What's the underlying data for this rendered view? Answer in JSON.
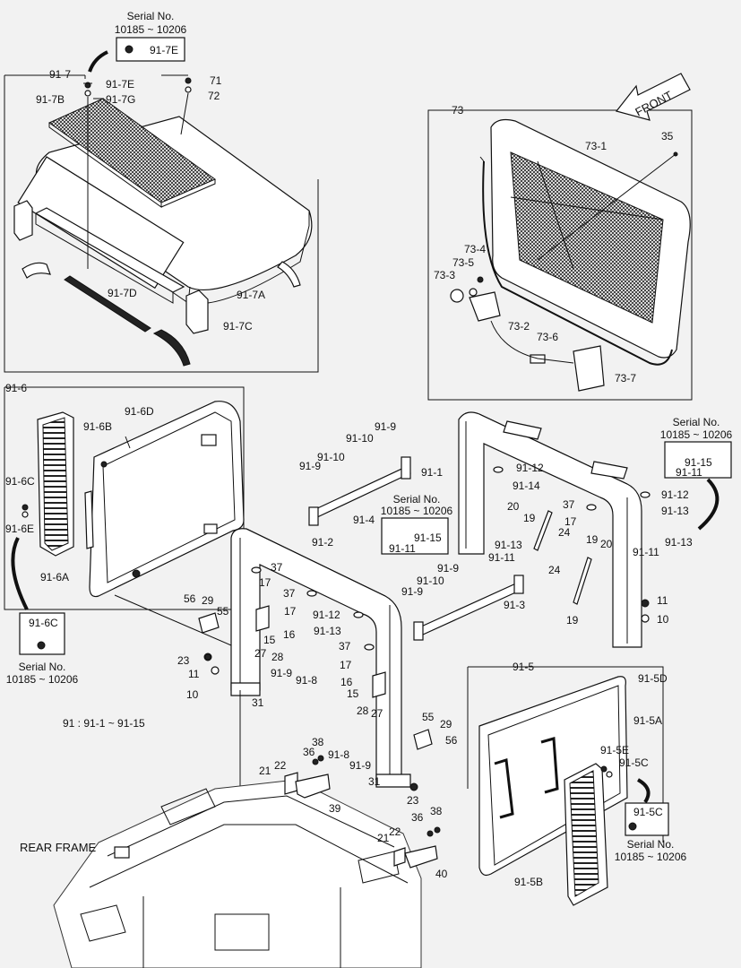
{
  "labels": {
    "l_917": "91-7",
    "l_917b": "91-7B",
    "l_917e": "91-7E",
    "l_917g": "91-7G",
    "l_917e_box": "91-7E",
    "l_71": "71",
    "l_72": "72",
    "l_917d": "91-7D",
    "l_917a": "91-7A",
    "l_917c": "91-7C",
    "l_front": "FRONT",
    "l_73": "73",
    "l_731": "73-1",
    "l_35": "35",
    "l_734": "73-4",
    "l_735": "73-5",
    "l_733": "73-3",
    "l_732": "73-2",
    "l_736": "73-6",
    "l_737": "73-7",
    "l_916": "91-6",
    "l_916d": "91-6D",
    "l_916b": "91-6B",
    "l_916c": "91-6C",
    "l_916e": "91-6E",
    "l_916a": "91-6A",
    "l_916c_box": "91-6C",
    "l_919a": "91-9",
    "l_9110a": "91-10",
    "l_919b": "91-9",
    "l_9110b": "91-10",
    "l_911": "91-1",
    "l_9112a": "91-12",
    "l_9114": "91-14",
    "l_20a": "20",
    "l_19a": "19",
    "l_37a": "37",
    "l_17a": "17",
    "l_24a": "24",
    "l_914": "91-4",
    "l_9115a": "91-15",
    "l_9111a": "91-11",
    "l_9113a": "91-13",
    "l_9111b": "91-11",
    "l_919c": "91-9",
    "l_9110c": "91-10",
    "l_919d": "91-9",
    "l_913": "91-3",
    "l_9112b": "91-12",
    "l_9113b": "91-13",
    "l_9113c": "91-13",
    "l_9111c": "91-11",
    "l_19b": "19",
    "l_20b": "20",
    "l_24b": "24",
    "l_19c": "19",
    "l_11a": "11",
    "l_10a": "10",
    "l_9115b": "91-15",
    "l_9111d": "91-11",
    "l_912": "91-2",
    "l_37b": "37",
    "l_17b": "17",
    "l_37c": "37",
    "l_17c": "17",
    "l_9112c": "91-12",
    "l_9113d": "91-13",
    "l_16a": "16",
    "l_15a": "15",
    "l_37d": "37",
    "l_56a": "56",
    "l_29a": "29",
    "l_55a": "55",
    "l_23a": "23",
    "l_27a": "27",
    "l_28a": "28",
    "l_11b": "11",
    "l_919e": "91-9",
    "l_918a": "91-8",
    "l_10b": "10",
    "l_31a": "31",
    "l_17d": "17",
    "l_16b": "16",
    "l_15b": "15",
    "l_91range": "91 : 91-1 ~ 91-15",
    "l_28b": "28",
    "l_27b": "27",
    "l_918b": "91-8",
    "l_919f": "91-9",
    "l_31b": "31",
    "l_55b": "55",
    "l_29b": "29",
    "l_56b": "56",
    "l_23b": "23",
    "l_38a": "38",
    "l_36a": "36",
    "l_21a": "21",
    "l_22a": "22",
    "l_39": "39",
    "l_36b": "36",
    "l_38b": "38",
    "l_21b": "21",
    "l_22b": "22",
    "l_40": "40",
    "l_rear": "REAR FRAME",
    "l_915": "91-5",
    "l_915d": "91-5D",
    "l_915a": "91-5A",
    "l_915e": "91-5E",
    "l_915c": "91-5C",
    "l_915c_box": "91-5C",
    "l_915b": "91-5B"
  },
  "serial": {
    "title": "Serial No.",
    "range": "10185 ~ 10206"
  }
}
